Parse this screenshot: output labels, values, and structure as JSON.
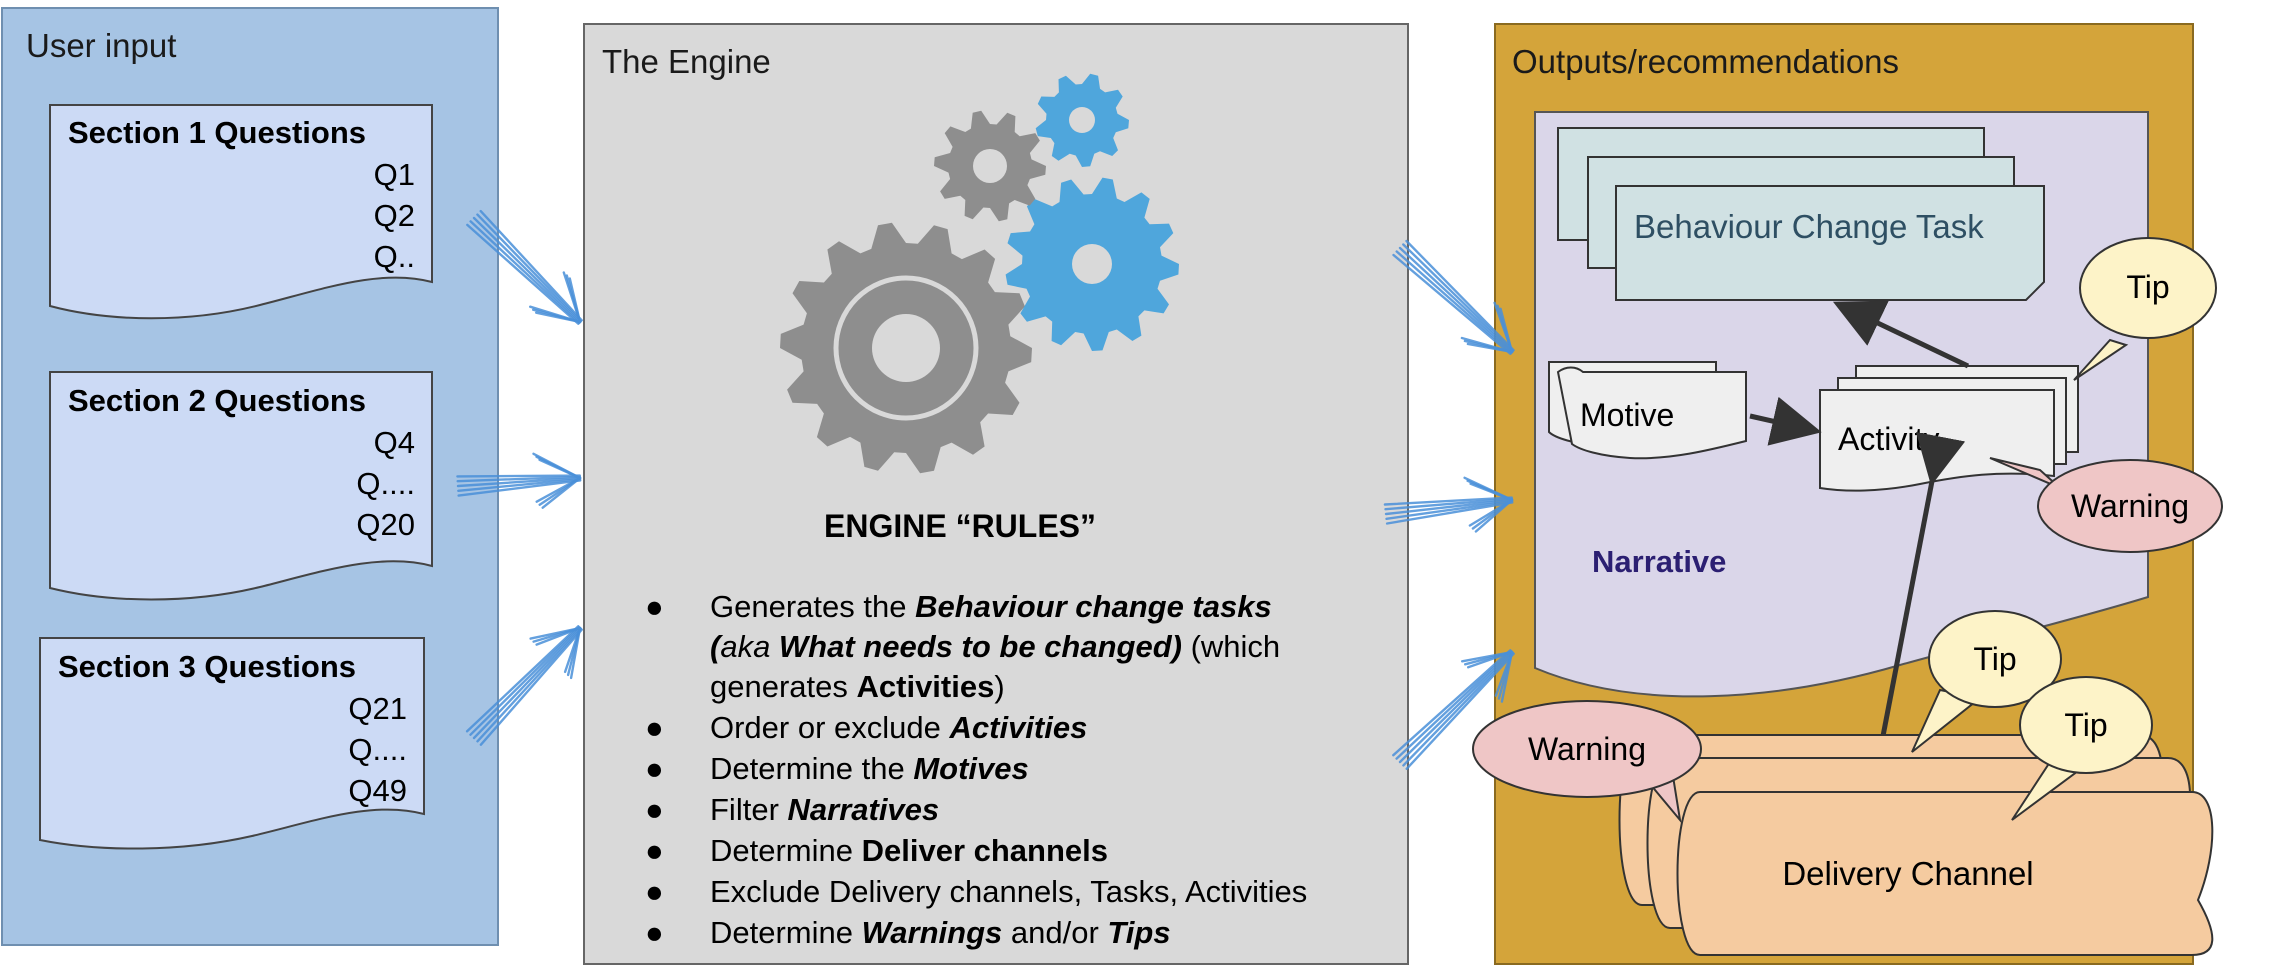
{
  "panels": {
    "input": {
      "title": "User input",
      "sections": [
        {
          "title": "Section 1 Questions",
          "questions": [
            "Q1",
            "Q2",
            "Q.."
          ]
        },
        {
          "title": "Section 2 Questions",
          "questions": [
            "Q4",
            "Q....",
            "Q20"
          ]
        },
        {
          "title": "Section 3 Questions",
          "questions": [
            "Q21",
            "Q....",
            "Q49"
          ]
        }
      ]
    },
    "engine": {
      "title": "The Engine",
      "rules_heading": "ENGINE “RULES”",
      "rules": {
        "r1": {
          "a": "Generates the ",
          "b": "Behaviour change tasks",
          "c": "(",
          "d": "aka",
          "e": " What needs to be changed)",
          "f": " (which",
          "g": "generates ",
          "h": "Activities",
          "k": ")"
        },
        "r2": {
          "a": "Order or exclude ",
          "b": "Activities"
        },
        "r3": {
          "a": "Determine the ",
          "b": "Motives"
        },
        "r4": {
          "a": "Filter ",
          "b": "Narratives"
        },
        "r5": {
          "a": "Determine ",
          "b": "Deliver channels"
        },
        "r6": {
          "a": "Exclude Delivery channels, Tasks, Activities"
        },
        "r7": {
          "a": "Determine ",
          "b": "Warnings",
          "c": " and/or ",
          "d": "Tips"
        }
      }
    },
    "outputs": {
      "title": "Outputs/recommendations",
      "behaviour_task": "Behaviour Change Task",
      "motive": "Motive",
      "activity": "Activity",
      "narrative": "Narrative",
      "delivery_channel": "Delivery Channel",
      "tip_1": "Tip",
      "tip_2": "Tip",
      "tip_3": "Tip",
      "warning_1": "Warning",
      "warning_2": "Warning"
    }
  },
  "bullet": "●",
  "colors": {
    "input_panel": "#a6c4e4",
    "engine_panel": "#d9d9d9",
    "output_panel": "#d4a43a",
    "narrative_area": "#dad6e9",
    "doc_fill": "#ccdaf5",
    "task_fill": "#d0e1e3",
    "task_text": "#2e4f63",
    "delivery_fill": "#f5cba0",
    "tip_fill": "#fdf3c8",
    "warning_fill": "#efc6c6",
    "narrative_text": "#2b1f72",
    "gear_gray": "#8e8e8e",
    "gear_blue": "#4fa6dc",
    "arrow_blue": "#4a90d9"
  }
}
